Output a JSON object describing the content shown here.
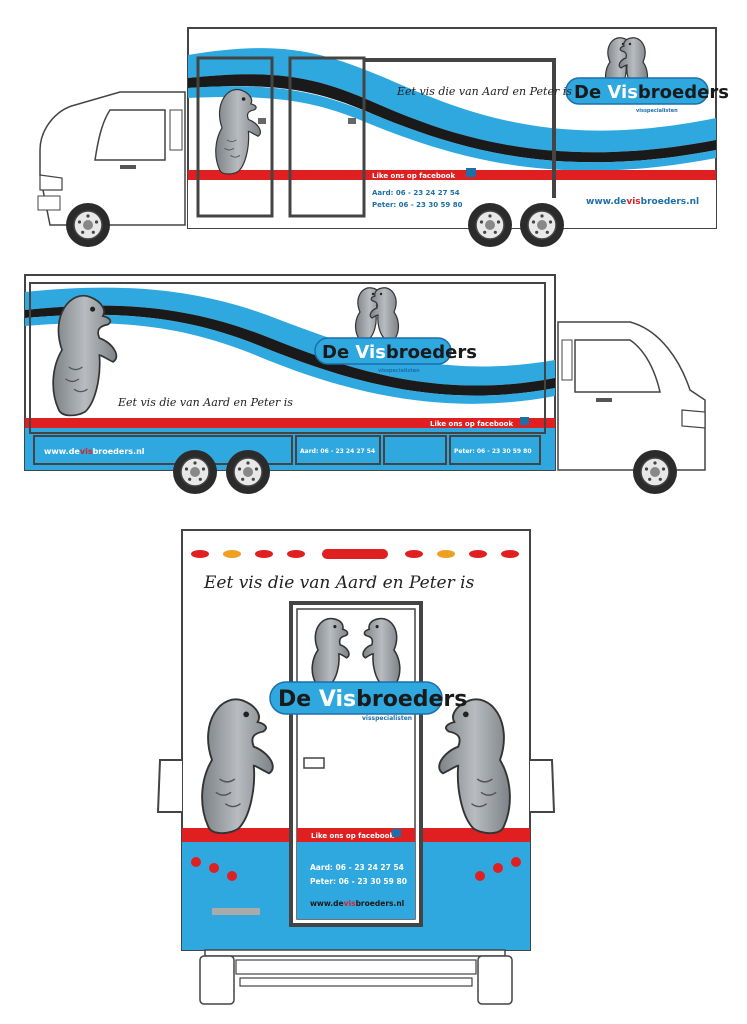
{
  "brand": {
    "name_prefix": "De ",
    "name_highlight": "Vis",
    "name_suffix": "broeders",
    "tagline": "visspecialisten",
    "slogan": "Eet vis die van Aard en Peter is",
    "facebook": "Like ons op facebook",
    "website_prefix": "www.de",
    "website_highlight": "vis",
    "website_suffix": "broeders.nl",
    "phone_aard": "Aard:   06 - 23 24 27 54",
    "phone_peter": "Peter: 06 - 23 30 59 80",
    "phone_aard_short": "Aard: 06 - 23 24 27 54",
    "phone_peter_short": "Peter: 06 - 23 30 59 80"
  },
  "colors": {
    "blue": "#2ea8df",
    "dark_blue": "#1d6fa8",
    "black": "#1a1a1a",
    "red": "#e02020",
    "orange": "#f0a020",
    "fish_gray": "#9a9ea3",
    "outline": "#333333"
  }
}
